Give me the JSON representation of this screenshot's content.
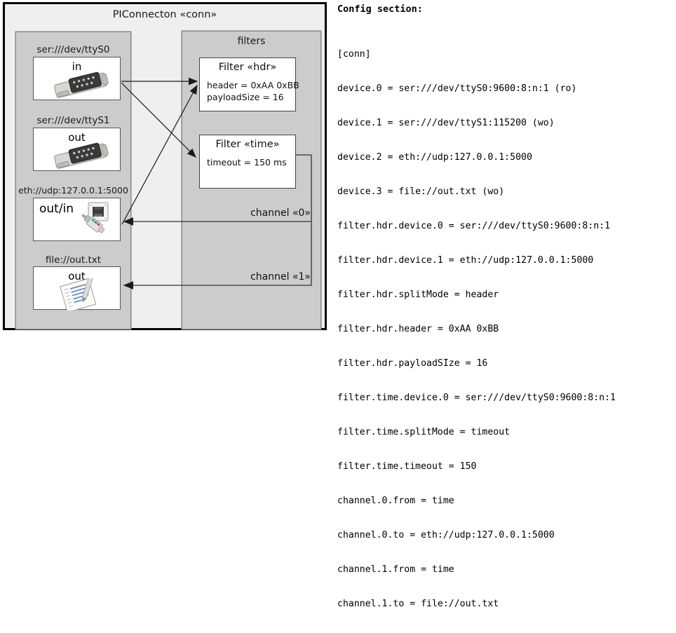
{
  "diagram": {
    "title": "PIConnecton «conn»",
    "devices_group": {
      "title": ""
    },
    "filters_group": {
      "title": "filters"
    },
    "devices": [
      {
        "label": "ser:///dev/ttyS0",
        "card_title": "in",
        "icon": "serial-connector-icon"
      },
      {
        "label": "ser:///dev/ttyS1",
        "card_title": "out",
        "icon": "serial-connector-icon"
      },
      {
        "label": "eth://udp:127.0.0.1:5000",
        "card_title": "out/in",
        "icon": "ethernet-plug-icon"
      },
      {
        "label": "file://out.txt",
        "card_title": "out",
        "icon": "text-document-icon"
      }
    ],
    "filters": [
      {
        "title": "Filter «hdr»",
        "attrs": [
          "header = 0xAA 0xBB",
          "payloadSize = 16"
        ]
      },
      {
        "title": "Filter «time»",
        "attrs": [
          "timeout = 150 ms"
        ]
      }
    ],
    "channels": [
      {
        "label": "channel «0»"
      },
      {
        "label": "channel «1»"
      }
    ]
  },
  "config": {
    "heading": "Config section:",
    "lines": [
      "[conn]",
      "device.0 = ser:///dev/ttyS0:9600:8:n:1 (ro)",
      "device.1 = ser:///dev/ttyS1:115200 (wo)",
      "device.2 = eth://udp:127.0.0.1:5000",
      "device.3 = file://out.txt (wo)",
      "filter.hdr.device.0 = ser:///dev/ttyS0:9600:8:n:1",
      "filter.hdr.device.1 = eth://udp:127.0.0.1:5000",
      "filter.hdr.splitMode = header",
      "filter.hdr.header = 0xAA 0xBB",
      "filter.hdr.payloadSIze = 16",
      "filter.time.device.0 = ser:///dev/ttyS0:9600:8:n:1",
      "filter.time.splitMode = timeout",
      "filter.time.timeout = 150",
      "channel.0.from = time",
      "channel.0.to = eth://udp:127.0.0.1:5000",
      "channel.1.from = time",
      "channel.1.to = file://out.txt"
    ]
  },
  "colors": {
    "frame": "#000000",
    "panel": "#efefef",
    "group": "#cccccc",
    "card": "#ffffff",
    "stroke": "#333333"
  }
}
